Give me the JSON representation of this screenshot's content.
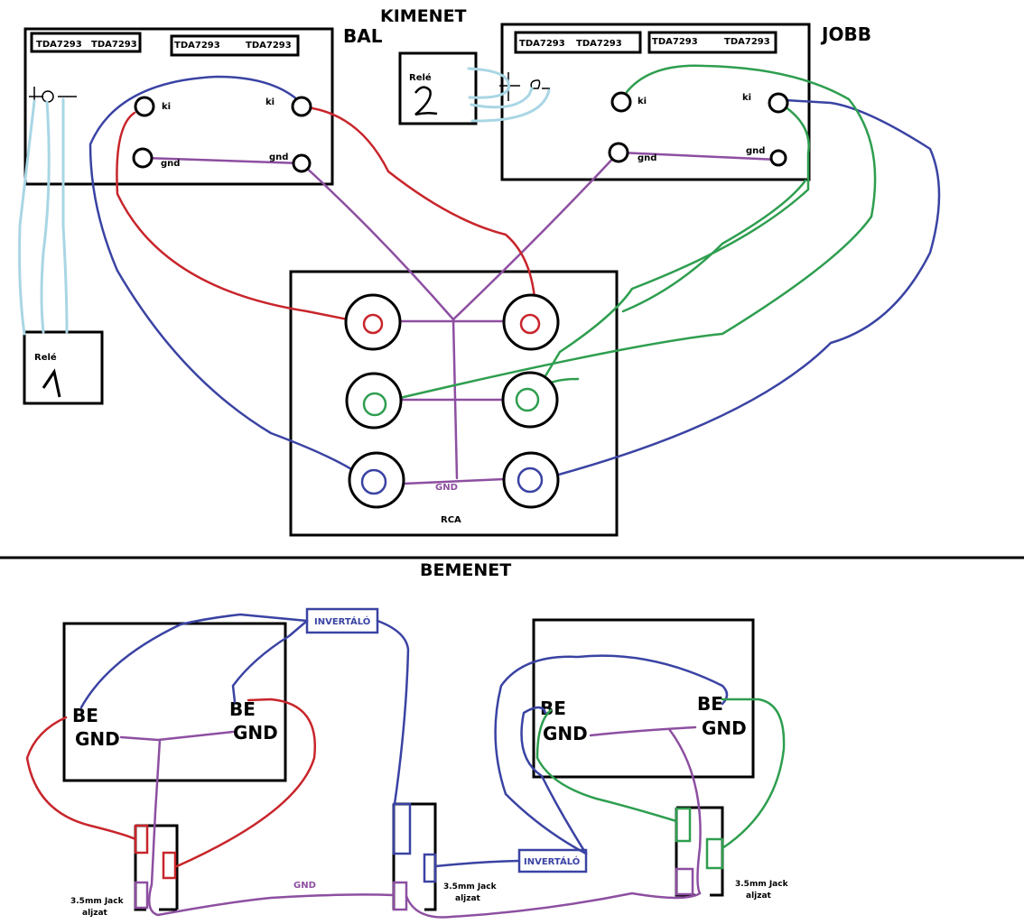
{
  "colors": {
    "red": "#c8252b",
    "blue": "#3a43a3",
    "green": "#2e9e4f",
    "purple": "#8d4fa1",
    "light_blue": "#a9d6e5"
  },
  "output_section": {
    "title": "KIMENET",
    "left_amp": {
      "label": "BAL",
      "chips": [
        "TDA7293",
        "TDA7293",
        "TDA7293",
        "TDA7293"
      ],
      "terminals": {
        "out1": "ki",
        "out2": "ki",
        "gnd1": "gnd",
        "gnd2": "gnd"
      }
    },
    "right_amp": {
      "label": "JOBB",
      "chips": [
        "TDA7293",
        "TDA7293",
        "TDA7293",
        "TDA7293"
      ],
      "terminals": {
        "out1": "ki",
        "out2": "ki",
        "gnd1": "gnd",
        "gnd2": "gnd"
      }
    },
    "relay1": {
      "label": "Relé",
      "number": "1"
    },
    "relay2": {
      "label": "Relé",
      "number": "2"
    },
    "rca": {
      "label": "RCA",
      "gnd_label": "GND"
    }
  },
  "input_section": {
    "title": "BEMENET",
    "left_board": {
      "in1": "BE",
      "gnd1": "GND",
      "in2": "BE",
      "gnd2": "GND"
    },
    "right_board": {
      "in1": "BE",
      "gnd1": "GND",
      "in2": "BE",
      "gnd2": "GND"
    },
    "inverter_label": "INVERTÁLÓ",
    "jack_label_line1": "3.5mm Jack",
    "jack_label_line2": "aljzat",
    "gnd_label": "GND"
  }
}
